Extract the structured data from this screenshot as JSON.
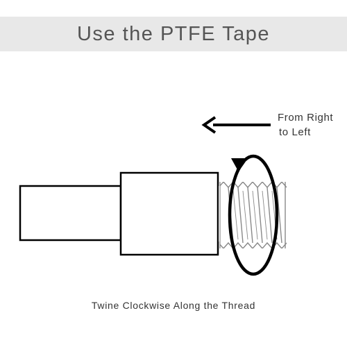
{
  "title": "Use the PTFE Tape",
  "direction_label": {
    "line1": "From Right",
    "line2": "to Left"
  },
  "caption": "Twine Clockwise Along the Thread",
  "colors": {
    "title_band": "#e8e8e8",
    "title_text": "#555555",
    "line": "#000000",
    "thread": "#888888",
    "text": "#333333"
  },
  "icons": [
    "arrow-left-icon",
    "clockwise-rotation-icon"
  ]
}
